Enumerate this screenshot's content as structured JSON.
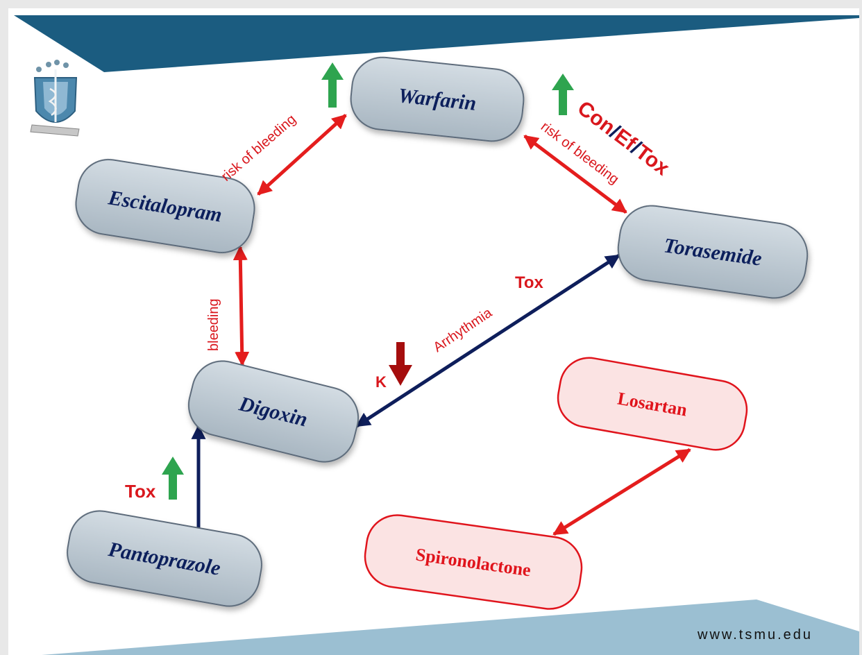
{
  "colors": {
    "background": "#ffffff",
    "header_band": "#1b5c80",
    "footer_band": "#9bbfd2",
    "pill_fill": "#bac6cf",
    "pill_stroke": "#5c6b7a",
    "pill_text": "#0c1f5c",
    "red_pill_fill": "#fbe3e3",
    "red_pill_stroke": "#e0141c",
    "red_arrow": "#e41d1d",
    "navy_arrow": "#0e1e5b",
    "green_arrow": "#2ea44f",
    "dark_red_arrow": "#a50d0d",
    "label_red": "#d9171d"
  },
  "logo": {
    "name": "tsmu-crest"
  },
  "drugs": {
    "warfarin": "Warfarin",
    "escitalopram": "Escitalopram",
    "torasemide": "Torasemide",
    "digoxin": "Digoxin",
    "pantoprazole": "Pantoprazole",
    "losartan": "Losartan",
    "spironolactone": "Spironolactone"
  },
  "labels": {
    "risk_left": "risk of bleeding",
    "risk_right": "risk of bleeding",
    "con_ef_tox": {
      "con": "Con",
      "sep1": "/",
      "ef": "Ef",
      "sep2": "/",
      "tox": "Tox"
    },
    "bleeding": "bleeding",
    "arrhythmia": "Arrhythmia",
    "tox_arrhythmia": "Tox",
    "k": "K",
    "tox_panto": "Tox"
  },
  "footer": {
    "url": "www.tsmu.edu"
  }
}
